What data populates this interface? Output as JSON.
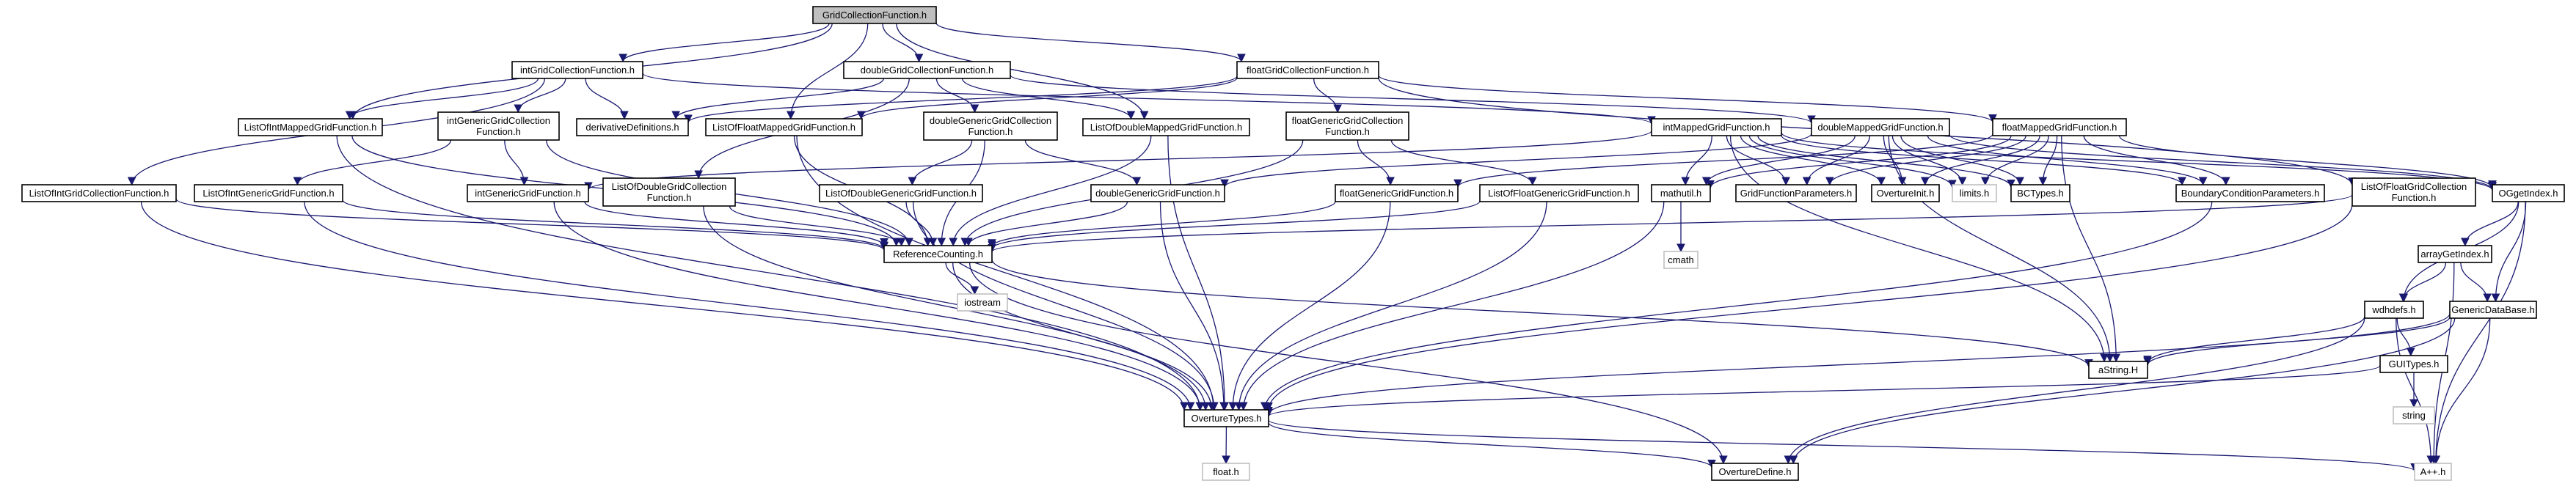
{
  "diagram": {
    "nodes": [
      {
        "id": "root",
        "lines": [
          "GridCollectionFunction.h"
        ],
        "kind": "root"
      },
      {
        "id": "intGCF",
        "lines": [
          "intGridCollectionFunction.h"
        ]
      },
      {
        "id": "doubleGCF",
        "lines": [
          "doubleGridCollectionFunction.h"
        ]
      },
      {
        "id": "floatGCF",
        "lines": [
          "floatGridCollectionFunction.h"
        ]
      },
      {
        "id": "ListOfIntMGF",
        "lines": [
          "ListOfIntMappedGridFunction.h"
        ]
      },
      {
        "id": "derivDefs",
        "lines": [
          "derivativeDefinitions.h"
        ]
      },
      {
        "id": "ListOfFloatMGF",
        "lines": [
          "ListOfFloatMappedGridFunction.h"
        ]
      },
      {
        "id": "intGenGCF",
        "lines": [
          "intGenericGridCollection",
          "Function.h"
        ]
      },
      {
        "id": "doubleGenGCF",
        "lines": [
          "doubleGenericGridCollection",
          "Function.h"
        ]
      },
      {
        "id": "ListOfDoubleMGF",
        "lines": [
          "ListOfDoubleMappedGridFunction.h"
        ]
      },
      {
        "id": "floatGenGCF",
        "lines": [
          "floatGenericGridCollection",
          "Function.h"
        ]
      },
      {
        "id": "intMGF",
        "lines": [
          "intMappedGridFunction.h"
        ]
      },
      {
        "id": "doubleMGF",
        "lines": [
          "doubleMappedGridFunction.h"
        ]
      },
      {
        "id": "floatMGF",
        "lines": [
          "floatMappedGridFunction.h"
        ]
      },
      {
        "id": "ListOfIntGCF",
        "lines": [
          "ListOfIntGridCollectionFunction.h"
        ]
      },
      {
        "id": "ListOfIntGGF",
        "lines": [
          "ListOfIntGenericGridFunction.h"
        ]
      },
      {
        "id": "intGGF",
        "lines": [
          "intGenericGridFunction.h"
        ]
      },
      {
        "id": "ListOfDoubleGCF",
        "lines": [
          "ListOfDoubleGridCollection",
          "Function.h"
        ]
      },
      {
        "id": "ListOfDoubleGGF",
        "lines": [
          "ListOfDoubleGenericGridFunction.h"
        ]
      },
      {
        "id": "doubleGGF",
        "lines": [
          "doubleGenericGridFunction.h"
        ]
      },
      {
        "id": "floatGGF",
        "lines": [
          "floatGenericGridFunction.h"
        ]
      },
      {
        "id": "ListOfFloatGGF",
        "lines": [
          "ListOfFloatGenericGridFunction.h"
        ]
      },
      {
        "id": "mathutil",
        "lines": [
          "mathutil.h"
        ]
      },
      {
        "id": "GFParams",
        "lines": [
          "GridFunctionParameters.h"
        ]
      },
      {
        "id": "OvertureInit",
        "lines": [
          "OvertureInit.h"
        ]
      },
      {
        "id": "limits",
        "lines": [
          "limits.h"
        ],
        "kind": "missing"
      },
      {
        "id": "BCTypes",
        "lines": [
          "BCTypes.h"
        ]
      },
      {
        "id": "BCParams",
        "lines": [
          "BoundaryConditionParameters.h"
        ]
      },
      {
        "id": "ListOfFloatGCF",
        "lines": [
          "ListOfFloatGridCollection",
          "Function.h"
        ]
      },
      {
        "id": "OGgetIndex",
        "lines": [
          "OGgetIndex.h"
        ]
      },
      {
        "id": "RefCount",
        "lines": [
          "ReferenceCounting.h"
        ]
      },
      {
        "id": "cmath",
        "lines": [
          "cmath"
        ],
        "kind": "missing"
      },
      {
        "id": "iostream",
        "lines": [
          "iostream"
        ],
        "kind": "missing"
      },
      {
        "id": "arrayGetIndex",
        "lines": [
          "arrayGetIndex.h"
        ]
      },
      {
        "id": "wdhdefs",
        "lines": [
          "wdhdefs.h"
        ]
      },
      {
        "id": "GenericDataBase",
        "lines": [
          "GenericDataBase.h"
        ]
      },
      {
        "id": "GUITypes",
        "lines": [
          "GUITypes.h"
        ]
      },
      {
        "id": "aString",
        "lines": [
          "aString.H"
        ]
      },
      {
        "id": "string",
        "lines": [
          "string"
        ],
        "kind": "missing"
      },
      {
        "id": "OvertureTypes",
        "lines": [
          "OvertureTypes.h"
        ]
      },
      {
        "id": "floatH",
        "lines": [
          "float.h"
        ],
        "kind": "missing"
      },
      {
        "id": "OvertureDefine",
        "lines": [
          "OvertureDefine.h"
        ]
      },
      {
        "id": "App",
        "lines": [
          "A++.h"
        ],
        "kind": "missing"
      }
    ],
    "edges": [
      [
        "root",
        "intGCF"
      ],
      [
        "root",
        "doubleGCF"
      ],
      [
        "root",
        "floatGCF"
      ],
      [
        "root",
        "ListOfIntMGF"
      ],
      [
        "root",
        "ListOfFloatMGF"
      ],
      [
        "root",
        "ListOfDoubleMGF"
      ],
      [
        "intGCF",
        "ListOfIntMGF"
      ],
      [
        "intGCF",
        "derivDefs"
      ],
      [
        "intGCF",
        "intGenGCF"
      ],
      [
        "intGCF",
        "intMGF"
      ],
      [
        "intGCF",
        "ListOfIntGCF"
      ],
      [
        "doubleGCF",
        "derivDefs"
      ],
      [
        "doubleGCF",
        "doubleGenGCF"
      ],
      [
        "doubleGCF",
        "ListOfDoubleMGF"
      ],
      [
        "doubleGCF",
        "doubleMGF"
      ],
      [
        "doubleGCF",
        "ListOfDoubleGCF"
      ],
      [
        "floatGCF",
        "derivDefs"
      ],
      [
        "floatGCF",
        "ListOfFloatMGF"
      ],
      [
        "floatGCF",
        "floatGenGCF"
      ],
      [
        "floatGCF",
        "floatMGF"
      ],
      [
        "floatGCF",
        "ListOfFloatGCF"
      ],
      [
        "ListOfIntMGF",
        "RefCount"
      ],
      [
        "ListOfIntMGF",
        "OvertureTypes"
      ],
      [
        "ListOfFloatMGF",
        "RefCount"
      ],
      [
        "ListOfFloatMGF",
        "OvertureTypes"
      ],
      [
        "ListOfDoubleMGF",
        "RefCount"
      ],
      [
        "ListOfDoubleMGF",
        "OvertureTypes"
      ],
      [
        "intGenGCF",
        "intGGF"
      ],
      [
        "intGenGCF",
        "ListOfIntGGF"
      ],
      [
        "intGenGCF",
        "RefCount"
      ],
      [
        "doubleGenGCF",
        "doubleGGF"
      ],
      [
        "doubleGenGCF",
        "ListOfDoubleGGF"
      ],
      [
        "doubleGenGCF",
        "RefCount"
      ],
      [
        "floatGenGCF",
        "floatGGF"
      ],
      [
        "floatGenGCF",
        "ListOfFloatGGF"
      ],
      [
        "floatGenGCF",
        "RefCount"
      ],
      [
        "intMGF",
        "intGGF"
      ],
      [
        "intMGF",
        "mathutil"
      ],
      [
        "intMGF",
        "GFParams"
      ],
      [
        "intMGF",
        "OvertureInit"
      ],
      [
        "intMGF",
        "limits"
      ],
      [
        "intMGF",
        "BCTypes"
      ],
      [
        "intMGF",
        "BCParams"
      ],
      [
        "intMGF",
        "OGgetIndex"
      ],
      [
        "intMGF",
        "aString"
      ],
      [
        "doubleMGF",
        "doubleGGF"
      ],
      [
        "doubleMGF",
        "mathutil"
      ],
      [
        "doubleMGF",
        "GFParams"
      ],
      [
        "doubleMGF",
        "OvertureInit"
      ],
      [
        "doubleMGF",
        "limits"
      ],
      [
        "doubleMGF",
        "BCTypes"
      ],
      [
        "doubleMGF",
        "BCParams"
      ],
      [
        "doubleMGF",
        "OGgetIndex"
      ],
      [
        "doubleMGF",
        "aString"
      ],
      [
        "floatMGF",
        "floatGGF"
      ],
      [
        "floatMGF",
        "mathutil"
      ],
      [
        "floatMGF",
        "GFParams"
      ],
      [
        "floatMGF",
        "OvertureInit"
      ],
      [
        "floatMGF",
        "limits"
      ],
      [
        "floatMGF",
        "BCTypes"
      ],
      [
        "floatMGF",
        "BCParams"
      ],
      [
        "floatMGF",
        "OGgetIndex"
      ],
      [
        "floatMGF",
        "aString"
      ],
      [
        "ListOfIntGCF",
        "RefCount"
      ],
      [
        "ListOfIntGCF",
        "OvertureTypes"
      ],
      [
        "ListOfIntGGF",
        "RefCount"
      ],
      [
        "ListOfIntGGF",
        "OvertureTypes"
      ],
      [
        "intGGF",
        "RefCount"
      ],
      [
        "intGGF",
        "OvertureTypes"
      ],
      [
        "ListOfDoubleGCF",
        "RefCount"
      ],
      [
        "ListOfDoubleGCF",
        "OvertureTypes"
      ],
      [
        "ListOfDoubleGGF",
        "RefCount"
      ],
      [
        "ListOfDoubleGGF",
        "OvertureTypes"
      ],
      [
        "doubleGGF",
        "RefCount"
      ],
      [
        "doubleGGF",
        "OvertureTypes"
      ],
      [
        "floatGGF",
        "RefCount"
      ],
      [
        "floatGGF",
        "OvertureTypes"
      ],
      [
        "ListOfFloatGGF",
        "RefCount"
      ],
      [
        "ListOfFloatGGF",
        "OvertureTypes"
      ],
      [
        "mathutil",
        "cmath"
      ],
      [
        "mathutil",
        "OvertureTypes"
      ],
      [
        "BCParams",
        "OvertureTypes"
      ],
      [
        "ListOfFloatGCF",
        "RefCount"
      ],
      [
        "ListOfFloatGCF",
        "OvertureTypes"
      ],
      [
        "OGgetIndex",
        "arrayGetIndex"
      ],
      [
        "OGgetIndex",
        "wdhdefs"
      ],
      [
        "OGgetIndex",
        "GenericDataBase"
      ],
      [
        "OGgetIndex",
        "App"
      ],
      [
        "RefCount",
        "iostream"
      ],
      [
        "RefCount",
        "OvertureTypes"
      ],
      [
        "RefCount",
        "aString"
      ],
      [
        "RefCount",
        "OvertureDefine"
      ],
      [
        "arrayGetIndex",
        "wdhdefs"
      ],
      [
        "arrayGetIndex",
        "GenericDataBase"
      ],
      [
        "arrayGetIndex",
        "App"
      ],
      [
        "wdhdefs",
        "GUITypes"
      ],
      [
        "wdhdefs",
        "aString"
      ],
      [
        "wdhdefs",
        "App"
      ],
      [
        "wdhdefs",
        "OvertureDefine"
      ],
      [
        "GenericDataBase",
        "aString"
      ],
      [
        "GenericDataBase",
        "OvertureTypes"
      ],
      [
        "GenericDataBase",
        "App"
      ],
      [
        "GenericDataBase",
        "OvertureDefine"
      ],
      [
        "GUITypes",
        "string"
      ],
      [
        "GUITypes",
        "OvertureTypes"
      ],
      [
        "OvertureTypes",
        "floatH"
      ],
      [
        "OvertureTypes",
        "OvertureDefine"
      ],
      [
        "OvertureTypes",
        "App"
      ]
    ]
  }
}
